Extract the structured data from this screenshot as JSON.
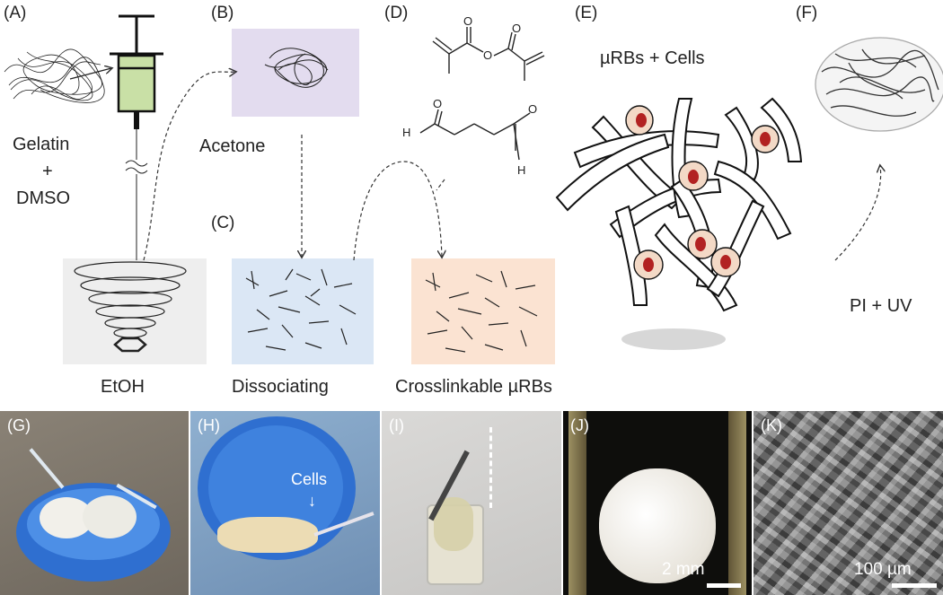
{
  "panels": {
    "A": "(A)",
    "B": "(B)",
    "C": "(C)",
    "D": "(D)",
    "E": "(E)",
    "F": "(F)",
    "G": "(G)",
    "H": "(H)",
    "I": "(I)",
    "J": "(J)",
    "K": "(K)"
  },
  "captions": {
    "gelatin": "Gelatin",
    "plus": "+",
    "dmso": "DMSO",
    "acetone": "Acetone",
    "etoh": "EtOH",
    "dissociating": "Dissociating",
    "crosslinkable": "Crosslinkable µRBs",
    "rbs_cells": "µRBs + Cells",
    "pi_uv": "PI + UV",
    "cells_arrow": "Cells"
  },
  "scale_bars": {
    "J": "2 mm",
    "K": "100 µm"
  },
  "colors": {
    "syringe_fill": "#c9e0a6",
    "acetone_box": "#e3dcef",
    "etoh_box": "#eeeeee",
    "dissociating_box": "#dbe7f5",
    "crosslink_box": "#fbe3d2",
    "cell_fill": "#f3d9c6",
    "nucleus": "#b22222"
  }
}
